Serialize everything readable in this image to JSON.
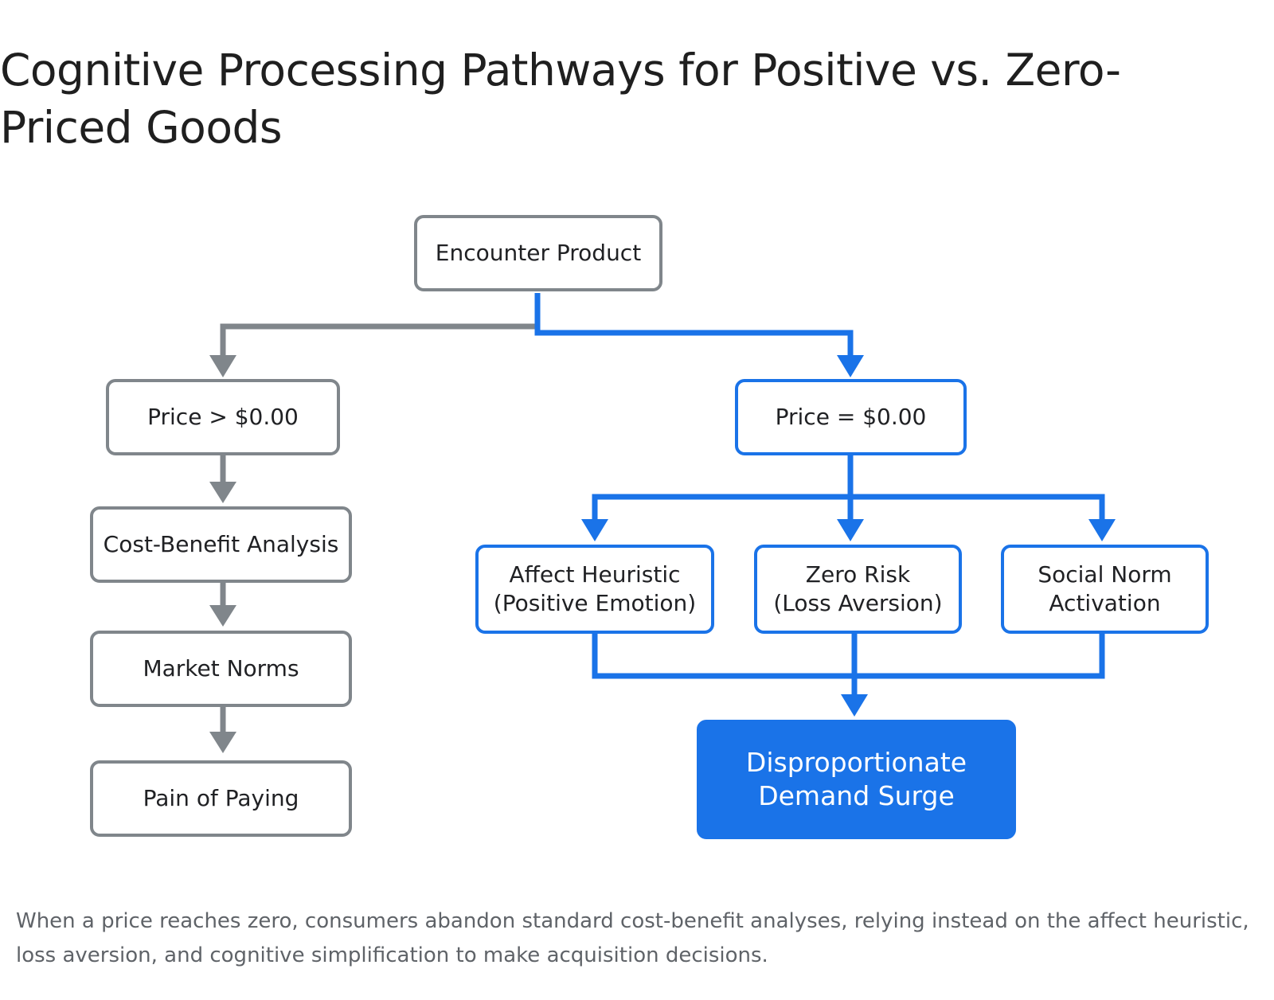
{
  "title": "Cognitive Processing Pathways for Positive vs. Zero-Priced Goods",
  "colors": {
    "gray": "#80868b",
    "blue": "#1a73e8",
    "text": "#202124",
    "caption": "#5f6368"
  },
  "nodes": {
    "encounter": "Encounter Product",
    "price_positive": "Price > $0.00",
    "cost_benefit": "Cost-Benefit Analysis",
    "market_norms": "Market Norms",
    "pain_of_paying": "Pain of Paying",
    "price_zero": "Price = $0.00",
    "affect": "Affect Heuristic\n(Positive Emotion)",
    "zero_risk": "Zero Risk\n(Loss Aversion)",
    "social_norm": "Social Norm\nActivation",
    "demand_surge": "Disproportionate\nDemand Surge"
  },
  "caption": "When a price reaches zero, consumers abandon standard cost-benefit analyses, relying instead on the affect heuristic, loss aversion, and cognitive simplification to make acquisition decisions."
}
